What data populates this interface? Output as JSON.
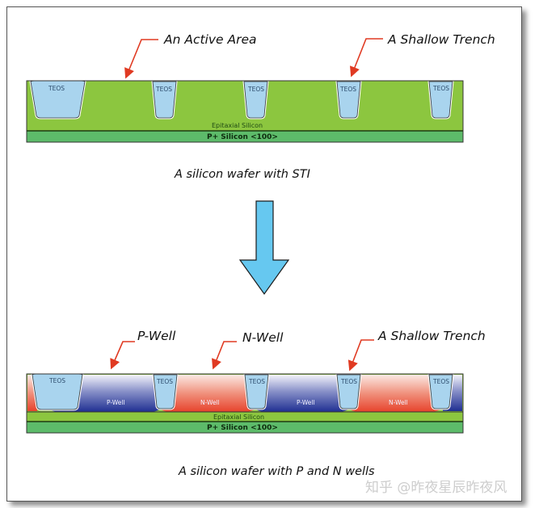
{
  "diagram": {
    "top": {
      "labels": {
        "active_area": "An Active Area",
        "shallow_trench": "A Shallow Trench"
      },
      "layers": {
        "epitaxial": "Epitaxial Silicon",
        "substrate": "P+ Silicon <100>"
      },
      "trench_label": "TEOS",
      "caption": "A silicon wafer with STI"
    },
    "arrow": {
      "direction": "down",
      "color": "#66c8f0"
    },
    "bottom": {
      "labels": {
        "p_well": "P-Well",
        "n_well": "N-Well",
        "shallow_trench": "A Shallow Trench"
      },
      "wells": [
        "P-Well",
        "N-Well",
        "P-Well",
        "N-Well"
      ],
      "layers": {
        "epitaxial": "Epitaxial Silicon",
        "substrate": "P+ Silicon <100>"
      },
      "trench_label": "TEOS",
      "caption": "A silicon wafer with P and N wells"
    },
    "colors": {
      "epitaxial": "#8cc63f",
      "substrate": "#5dbb6a",
      "teos": "#a9d4ee",
      "pwell": "#2a3a9a",
      "nwell": "#e8503a",
      "pointer": "#e03a22"
    }
  },
  "watermark": "知乎 @昨夜星辰昨夜风"
}
